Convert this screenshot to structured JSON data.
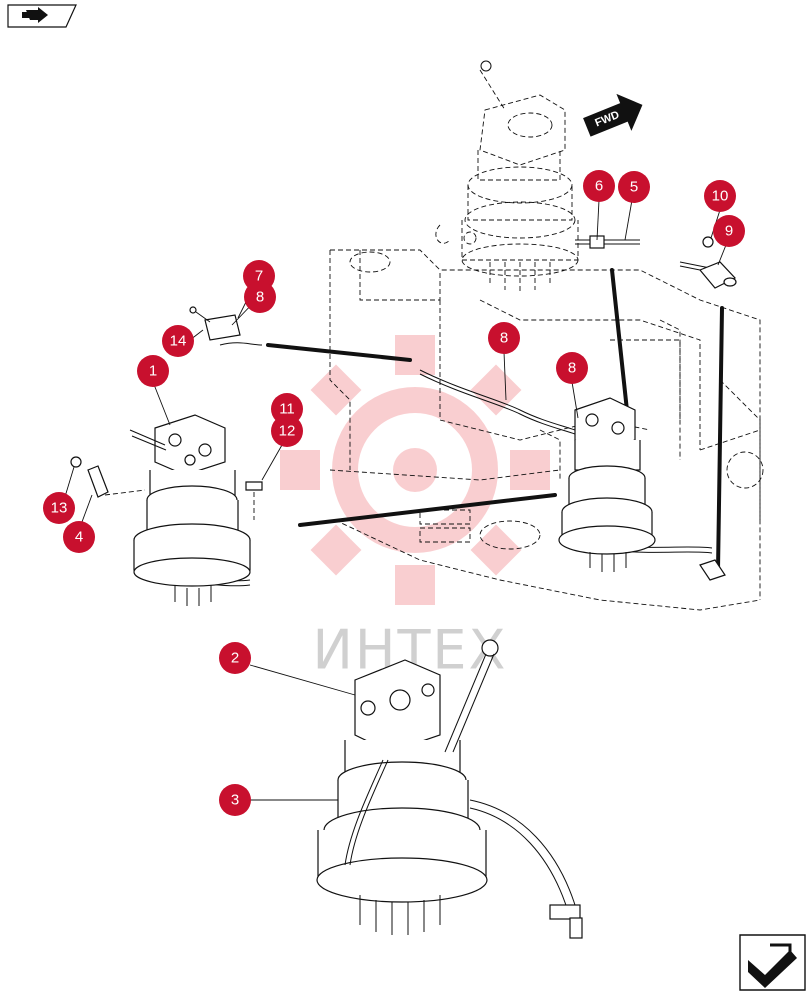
{
  "watermark": {
    "text": "ИНТЕХ",
    "color": "#e6262e"
  },
  "accent_color": "#c8102e",
  "fwd_label": "FWD",
  "icons": {
    "top_left": "nav-back-arrow-icon",
    "bottom_right": "page-navigation-icon"
  },
  "callouts": [
    {
      "id": "c1",
      "label": "1"
    },
    {
      "id": "c2",
      "label": "2"
    },
    {
      "id": "c3",
      "label": "3"
    },
    {
      "id": "c4",
      "label": "4"
    },
    {
      "id": "c5",
      "label": "5"
    },
    {
      "id": "c6",
      "label": "6"
    },
    {
      "id": "c7",
      "label": "7"
    },
    {
      "id": "c8a",
      "label": "8"
    },
    {
      "id": "c8b",
      "label": "8"
    },
    {
      "id": "c8c",
      "label": "8"
    },
    {
      "id": "c9",
      "label": "9"
    },
    {
      "id": "c10",
      "label": "10"
    },
    {
      "id": "c11",
      "label": "11"
    },
    {
      "id": "c12",
      "label": "12"
    },
    {
      "id": "c13",
      "label": "13"
    },
    {
      "id": "c14",
      "label": "14"
    }
  ]
}
